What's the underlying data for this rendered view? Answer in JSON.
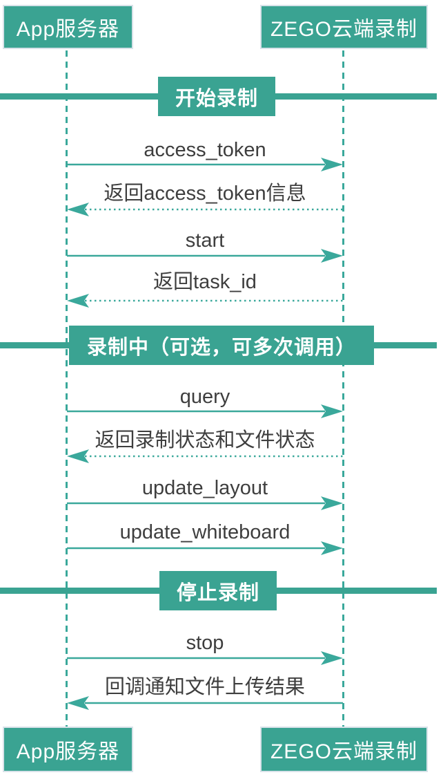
{
  "colors": {
    "accent": "#3AA392",
    "line": "#3AA89B",
    "message_text": "#3E3E3E",
    "actor_text": "#FFFFFF",
    "actor_border": "#D8E2E9"
  },
  "actors": {
    "app_server": "App服务器",
    "cloud_recording": "ZEGO云端录制"
  },
  "sections": [
    {
      "title": "开始录制"
    },
    {
      "title": "录制中（可选，可多次调用）"
    },
    {
      "title": "停止录制"
    }
  ],
  "messages": [
    {
      "label": "access_token",
      "direction": "right",
      "style": "solid"
    },
    {
      "label": "返回access_token信息",
      "direction": "left",
      "style": "dotted"
    },
    {
      "label": "start",
      "direction": "right",
      "style": "solid"
    },
    {
      "label": "返回task_id",
      "direction": "left",
      "style": "dotted"
    },
    {
      "label": "query",
      "direction": "right",
      "style": "solid"
    },
    {
      "label": "返回录制状态和文件状态",
      "direction": "left",
      "style": "dotted"
    },
    {
      "label": "update_layout",
      "direction": "right",
      "style": "solid"
    },
    {
      "label": "update_whiteboard",
      "direction": "right",
      "style": "solid"
    },
    {
      "label": "stop",
      "direction": "right",
      "style": "solid"
    },
    {
      "label": "回调通知文件上传结果",
      "direction": "left",
      "style": "solid"
    }
  ]
}
